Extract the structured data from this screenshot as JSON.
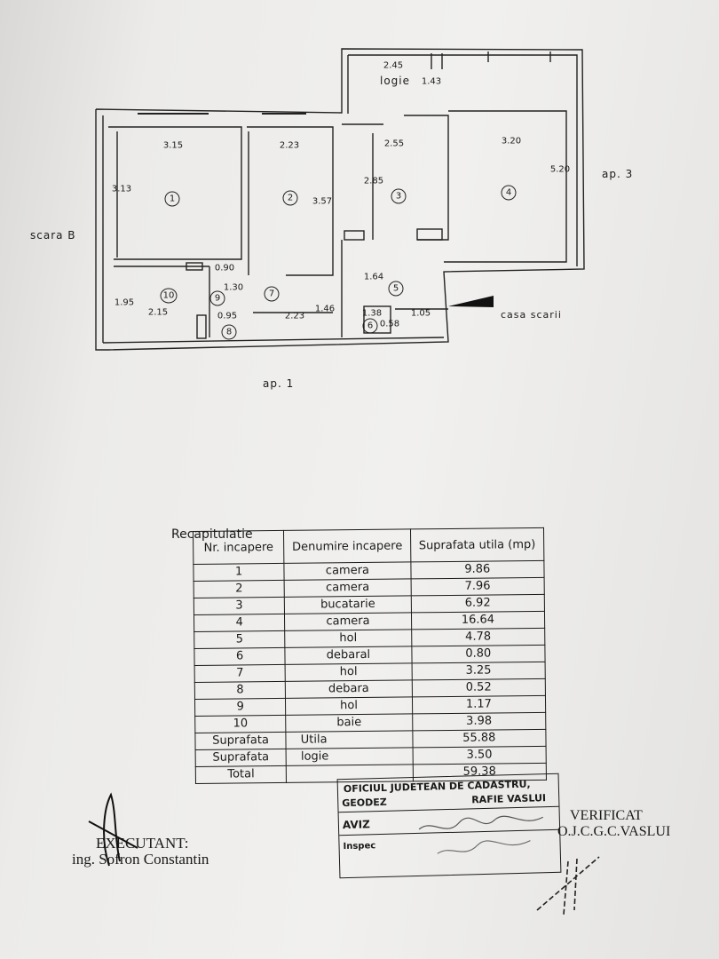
{
  "plan": {
    "labels": {
      "scara": "scara B",
      "ap3": "ap. 3",
      "casa_scarii": "casa scarii",
      "ap1": "ap. 1",
      "logie": "logie"
    },
    "dimensions": [
      "2.45",
      "1.43",
      "3.15",
      "2.23",
      "2.55",
      "3.20",
      "5.20",
      "3.13",
      "2.85",
      "3.57",
      "0.90",
      "1.30",
      "1.64",
      "1.95",
      "2.15",
      "0.95",
      "2.23",
      "1.46",
      "1.38",
      "0.58",
      "1.05"
    ],
    "room_numbers": [
      "1",
      "2",
      "3",
      "4",
      "5",
      "6",
      "7",
      "8",
      "9",
      "10"
    ]
  },
  "recap": {
    "title": "Recapitulatie",
    "headers": [
      "Nr. incapere",
      "Denumire incapere",
      "Suprafata utila (mp)"
    ],
    "rows": [
      {
        "nr": "1",
        "name": "camera",
        "area": "9.86"
      },
      {
        "nr": "2",
        "name": "camera",
        "area": "7.96"
      },
      {
        "nr": "3",
        "name": "bucatarie",
        "area": "6.92"
      },
      {
        "nr": "4",
        "name": "camera",
        "area": "16.64"
      },
      {
        "nr": "5",
        "name": "hol",
        "area": "4.78"
      },
      {
        "nr": "6",
        "name": "debaral",
        "area": "0.80"
      },
      {
        "nr": "7",
        "name": "hol",
        "area": "3.25"
      },
      {
        "nr": "8",
        "name": "debara",
        "area": "0.52"
      },
      {
        "nr": "9",
        "name": "hol",
        "area": "1.17"
      },
      {
        "nr": "10",
        "name": "baie",
        "area": "3.98"
      }
    ],
    "summary": [
      {
        "label": "Suprafata",
        "sub": "Utila",
        "area": "55.88"
      },
      {
        "label": "Suprafata",
        "sub": "logie",
        "area": "3.50"
      },
      {
        "label": "Total",
        "sub": "",
        "area": "59.38"
      }
    ]
  },
  "stamp": {
    "line1": "OFICIUL JUDETEAN DE CADASTRU,",
    "line2": "GEODEZ",
    "line2b": "RAFIE VASLUI",
    "line3": "AVIZ",
    "line4": "Inspec"
  },
  "verified": {
    "line1": "VERIFICAT",
    "line2": "O.J.C.G.C.VASLUI"
  },
  "executant": {
    "line1": "EXECUTANT:",
    "line2": "ing. Sofron Constantin"
  }
}
